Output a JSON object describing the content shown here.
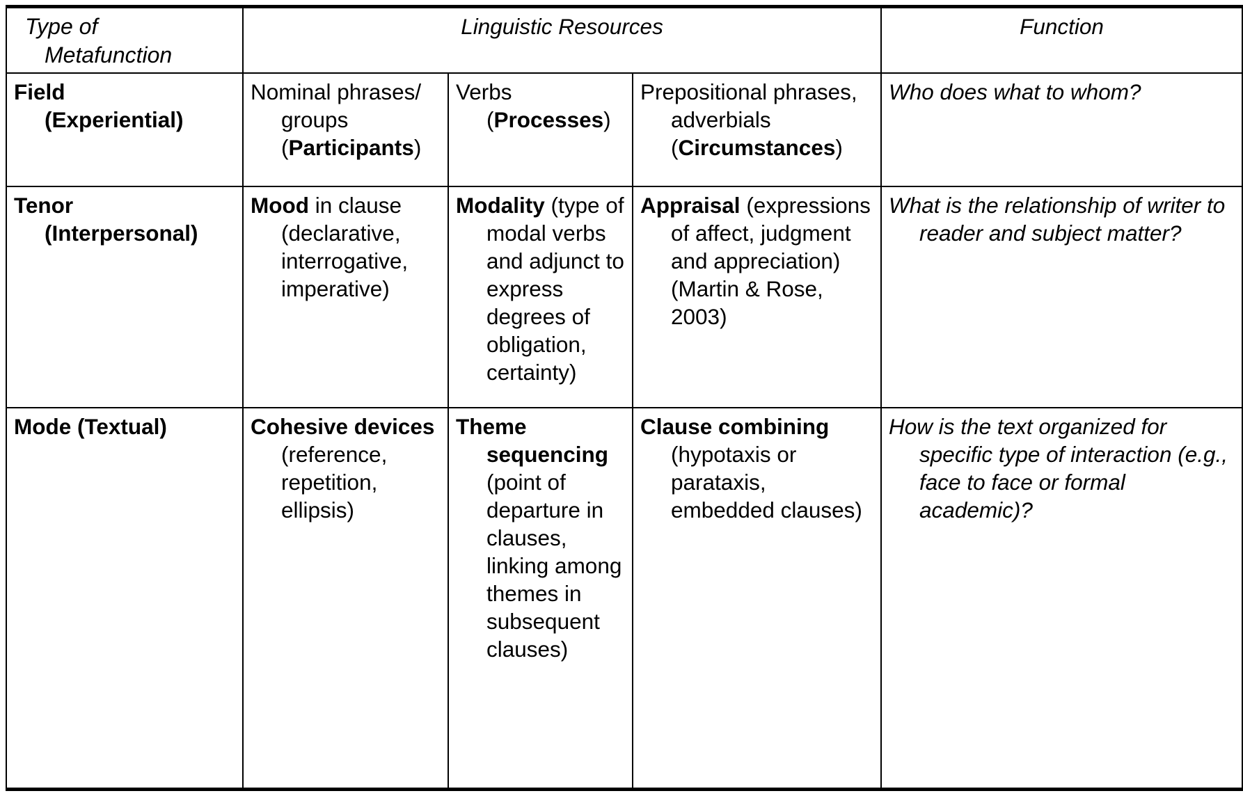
{
  "table": {
    "header": {
      "col1_line1": "Type of",
      "col1_line2": "Metafunction",
      "linguistic_resources": "Linguistic Resources",
      "function": "Function"
    },
    "rows": [
      {
        "metafunction_bold_1": "Field",
        "metafunction_bold_2": "(Experiential)",
        "resource1_plain_a": "Nominal phrases/ groups (",
        "resource1_bold": "Participants",
        "resource1_plain_b": ")",
        "resource2_plain_a": "Verbs (",
        "resource2_bold": "Processes",
        "resource2_plain_b": ")",
        "resource3_plain_a": "Prepositional phrases, adverbials (",
        "resource3_bold": "Circumstances",
        "resource3_plain_b": ")",
        "function": "Who does what to whom?"
      },
      {
        "metafunction_bold_1": "Tenor",
        "metafunction_bold_2": "(Interpersonal)",
        "resource1_bold": "Mood",
        "resource1_plain": " in clause (declarative, interrogative, imperative)",
        "resource2_bold": "Modality",
        "resource2_plain": " (type of modal verbs and adjunct to express degrees of obligation, certainty)",
        "resource3_bold": "Appraisal",
        "resource3_plain": " (expressions of affect, judgment and appreciation) (Martin & Rose, 2003)",
        "function": "What is the relationship of writer to reader and subject matter?"
      },
      {
        "metafunction_bold_1": "Mode (Textual)",
        "metafunction_bold_2": "",
        "resource1_bold": "Cohesive devices",
        "resource1_plain": " (reference, repetition, ellipsis)",
        "resource2_bold": "Theme sequencing",
        "resource2_plain": " (point of departure in clauses, linking among themes in subsequent clauses)",
        "resource3_bold": "Clause combining",
        "resource3_plain": " (hypotaxis or parataxis, embedded clauses)",
        "function": "How is the text organized for specific type of interaction (e.g., face to face or formal academic)?"
      }
    ]
  },
  "colors": {
    "border": "#000000",
    "background": "#ffffff",
    "text": "#000000"
  }
}
